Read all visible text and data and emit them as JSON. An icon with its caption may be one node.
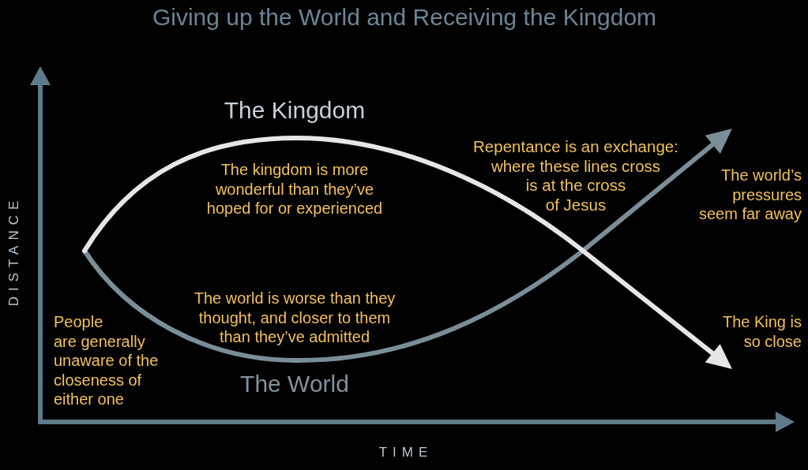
{
  "diagram": {
    "title": "Giving up the World and Receiving the Kingdom",
    "labels": [
      "The Kingdom",
      "The kingdom is more wonderful than they’ve hoped for or experienced",
      "Repentance is an exchange: where these lines cross is at the cross of Jesus",
      "The world’s pressures seem far away",
      "DISTANCE",
      "The world is worse than they thought, and closer to them than they’ve admitted",
      "People are generally unaware of the closeness of either one",
      "The King is so close",
      "The World",
      "TIME"
    ]
  }
}
